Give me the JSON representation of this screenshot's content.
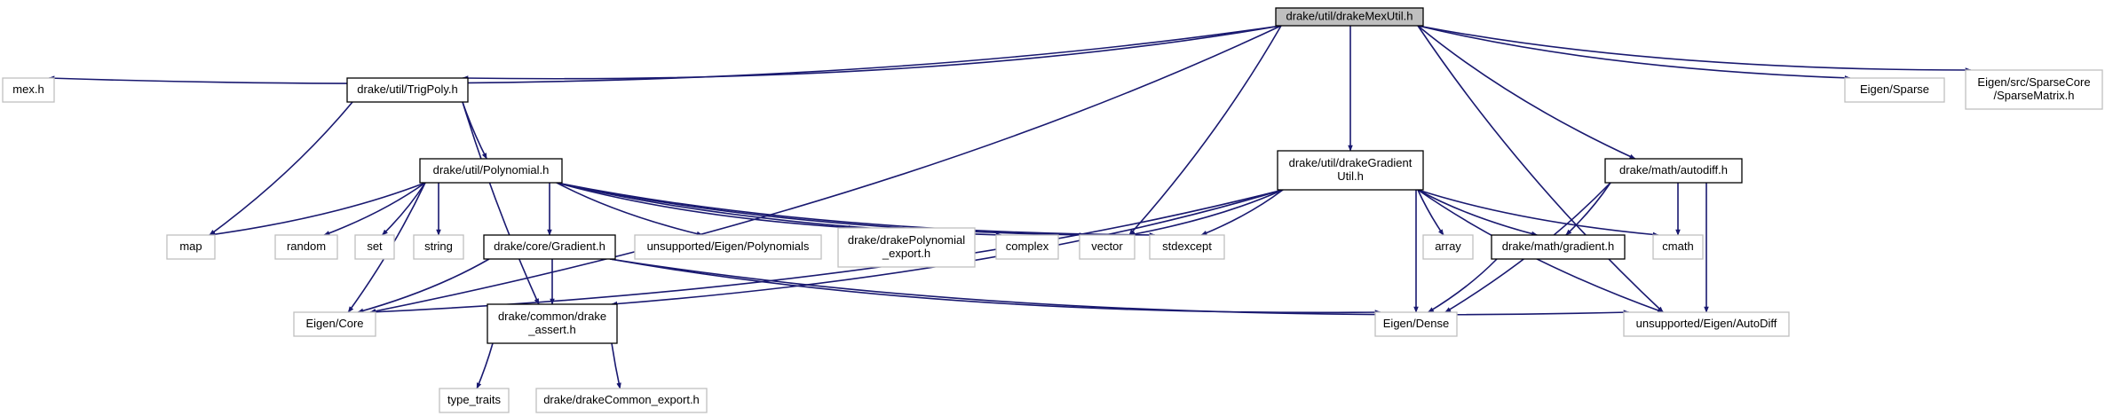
{
  "colors": {
    "edge": "#191970",
    "root_fill": "#bfbfbf",
    "node_border": "#000000",
    "external_border": "#bfbfbf",
    "node_fill": "#ffffff"
  },
  "nodes": [
    {
      "id": "root",
      "kind": "root",
      "lines": [
        "drake/util/drakeMexUtil.h"
      ]
    },
    {
      "id": "mex",
      "kind": "external",
      "lines": [
        "mex.h"
      ]
    },
    {
      "id": "trigpoly",
      "kind": "local",
      "lines": [
        "drake/util/TrigPoly.h"
      ]
    },
    {
      "id": "eigen_sparse",
      "kind": "external",
      "lines": [
        "Eigen/Sparse"
      ]
    },
    {
      "id": "sparse_matrix",
      "kind": "external",
      "lines": [
        "Eigen/src/SparseCore",
        "/SparseMatrix.h"
      ]
    },
    {
      "id": "polynomial",
      "kind": "local",
      "lines": [
        "drake/util/Polynomial.h"
      ]
    },
    {
      "id": "grad_util",
      "kind": "local",
      "lines": [
        "drake/util/drakeGradient",
        "Util.h"
      ]
    },
    {
      "id": "autodiff_h",
      "kind": "local",
      "lines": [
        "drake/math/autodiff.h"
      ]
    },
    {
      "id": "map",
      "kind": "external",
      "lines": [
        "map"
      ]
    },
    {
      "id": "random",
      "kind": "external",
      "lines": [
        "random"
      ]
    },
    {
      "id": "set",
      "kind": "external",
      "lines": [
        "set"
      ]
    },
    {
      "id": "string",
      "kind": "external",
      "lines": [
        "string"
      ]
    },
    {
      "id": "core_gradient",
      "kind": "local",
      "lines": [
        "drake/core/Gradient.h"
      ]
    },
    {
      "id": "unsupported_poly",
      "kind": "external",
      "lines": [
        "unsupported/Eigen/Polynomials"
      ]
    },
    {
      "id": "poly_export",
      "kind": "external",
      "lines": [
        "drake/drakePolynomial",
        "_export.h"
      ]
    },
    {
      "id": "complex",
      "kind": "external",
      "lines": [
        "complex"
      ]
    },
    {
      "id": "vector",
      "kind": "external",
      "lines": [
        "vector"
      ]
    },
    {
      "id": "stdexcept",
      "kind": "external",
      "lines": [
        "stdexcept"
      ]
    },
    {
      "id": "array",
      "kind": "external",
      "lines": [
        "array"
      ]
    },
    {
      "id": "math_gradient",
      "kind": "local",
      "lines": [
        "drake/math/gradient.h"
      ]
    },
    {
      "id": "cmath",
      "kind": "external",
      "lines": [
        "cmath"
      ]
    },
    {
      "id": "eigen_core",
      "kind": "external",
      "lines": [
        "Eigen/Core"
      ]
    },
    {
      "id": "drake_assert",
      "kind": "local",
      "lines": [
        "drake/common/drake",
        "_assert.h"
      ]
    },
    {
      "id": "eigen_dense",
      "kind": "external",
      "lines": [
        "Eigen/Dense"
      ]
    },
    {
      "id": "autodiff_ext",
      "kind": "external",
      "lines": [
        "unsupported/Eigen/AutoDiff"
      ]
    },
    {
      "id": "type_traits",
      "kind": "external",
      "lines": [
        "type_traits"
      ]
    },
    {
      "id": "common_export",
      "kind": "external",
      "lines": [
        "drake/drakeCommon_export.h"
      ]
    }
  ],
  "edges": [
    [
      "root",
      "mex"
    ],
    [
      "root",
      "trigpoly"
    ],
    [
      "root",
      "eigen_sparse"
    ],
    [
      "root",
      "sparse_matrix"
    ],
    [
      "root",
      "eigen_core"
    ],
    [
      "root",
      "vector"
    ],
    [
      "root",
      "grad_util"
    ],
    [
      "root",
      "autodiff_h"
    ],
    [
      "root",
      "autodiff_ext"
    ],
    [
      "trigpoly",
      "polynomial"
    ],
    [
      "trigpoly",
      "map"
    ],
    [
      "trigpoly",
      "drake_assert"
    ],
    [
      "polynomial",
      "map"
    ],
    [
      "polynomial",
      "random"
    ],
    [
      "polynomial",
      "set"
    ],
    [
      "polynomial",
      "string"
    ],
    [
      "polynomial",
      "core_gradient"
    ],
    [
      "polynomial",
      "unsupported_poly"
    ],
    [
      "polynomial",
      "poly_export"
    ],
    [
      "polynomial",
      "complex"
    ],
    [
      "polynomial",
      "vector"
    ],
    [
      "polynomial",
      "stdexcept"
    ],
    [
      "polynomial",
      "eigen_core"
    ],
    [
      "core_gradient",
      "eigen_core"
    ],
    [
      "core_gradient",
      "drake_assert"
    ],
    [
      "core_gradient",
      "eigen_dense"
    ],
    [
      "core_gradient",
      "autodiff_ext"
    ],
    [
      "drake_assert",
      "type_traits"
    ],
    [
      "drake_assert",
      "common_export"
    ],
    [
      "grad_util",
      "vector"
    ],
    [
      "grad_util",
      "stdexcept"
    ],
    [
      "grad_util",
      "array"
    ],
    [
      "grad_util",
      "math_gradient"
    ],
    [
      "grad_util",
      "cmath"
    ],
    [
      "grad_util",
      "eigen_core"
    ],
    [
      "grad_util",
      "drake_assert"
    ],
    [
      "grad_util",
      "eigen_dense"
    ],
    [
      "grad_util",
      "autodiff_ext"
    ],
    [
      "autodiff_h",
      "math_gradient"
    ],
    [
      "autodiff_h",
      "cmath"
    ],
    [
      "autodiff_h",
      "eigen_dense"
    ],
    [
      "autodiff_h",
      "autodiff_ext"
    ],
    [
      "math_gradient",
      "eigen_dense"
    ]
  ]
}
